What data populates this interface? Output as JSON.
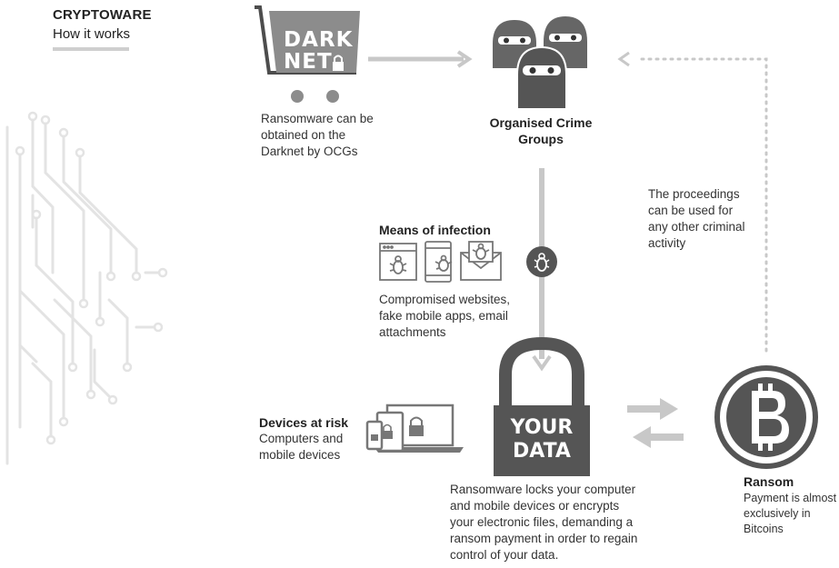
{
  "header": {
    "title": "CRYPTOWARE",
    "subtitle": "How it works"
  },
  "darknet": {
    "logo_line1": "DARK",
    "logo_line2": "NET",
    "caption_line1": "Ransomware can be",
    "caption_line2": "obtained on the",
    "caption_line3": "Darknet by OCGs"
  },
  "ocg": {
    "label_line1": "Organised Crime",
    "label_line2": "Groups"
  },
  "infection": {
    "heading": "Means of infection",
    "desc_line1": "Compromised websites,",
    "desc_line2": "fake mobile apps, email",
    "desc_line3": "attachments"
  },
  "proceedings": {
    "line1": "The proceedings",
    "line2": "can be used for",
    "line3": "any other criminal",
    "line4": "activity"
  },
  "devices": {
    "heading": "Devices at risk",
    "desc_line1": "Computers and",
    "desc_line2": "mobile devices"
  },
  "lock": {
    "line1": "YOUR",
    "line2": "DATA",
    "desc_line1": "Ransomware locks your computer",
    "desc_line2": "and mobile devices or encrypts",
    "desc_line3": "your electronic files, demanding a",
    "desc_line4": "ransom payment in order to regain",
    "desc_line5": "control of your data."
  },
  "ransom": {
    "heading": "Ransom",
    "desc_line1": "Payment is almost",
    "desc_line2": "exclusively in",
    "desc_line3": "Bitcoins"
  },
  "colors": {
    "dark_gray": "#4d4d4d",
    "mid_gray": "#8c8c8c",
    "light_gray": "#c8c8c8",
    "circuit_gray": "#e3e3e3"
  },
  "icons": [
    "circuit-decoration",
    "shopping-cart-icon",
    "padlock-icon",
    "masked-criminal-icon",
    "bug-icon",
    "browser-icon",
    "mobile-phone-icon",
    "email-icon",
    "laptop-icon",
    "tablet-icon",
    "smartphone-icon",
    "bitcoin-icon",
    "exchange-arrows-icon"
  ]
}
